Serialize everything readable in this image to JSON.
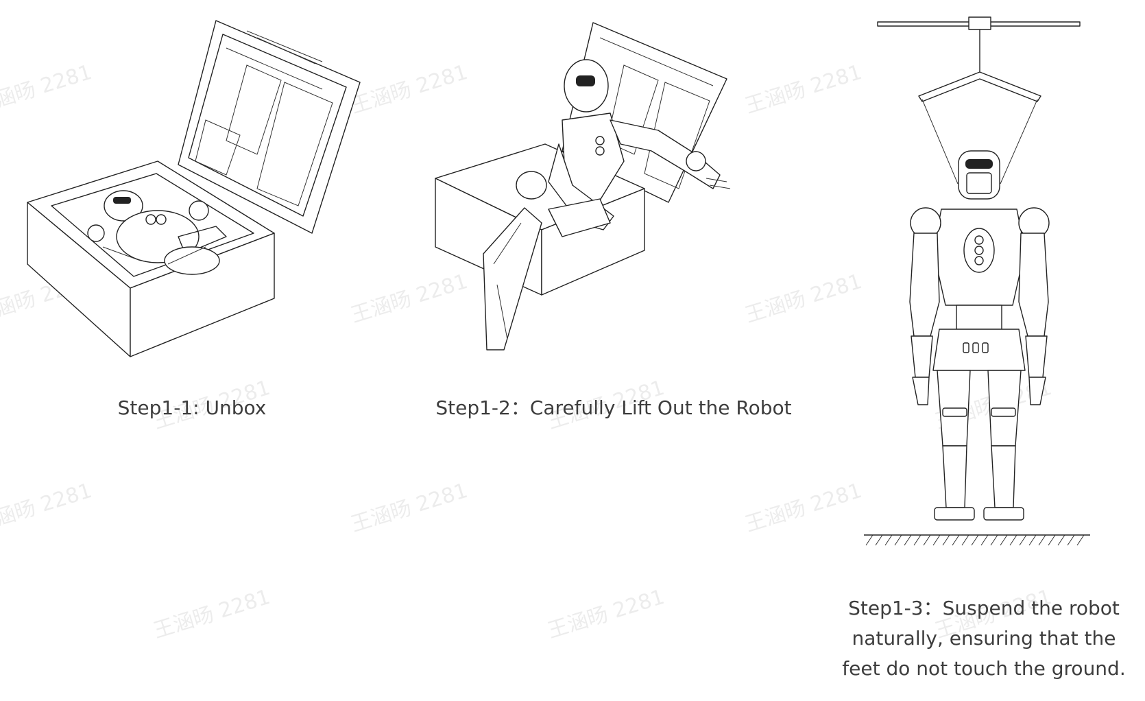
{
  "watermark": "王涵旸 2281",
  "steps": [
    {
      "caption": "Step1-1: Unbox"
    },
    {
      "caption": "Step1-2：Carefully Lift Out the Robot"
    },
    {
      "caption_lines": [
        "Step1-3：Suspend the robot",
        "naturally, ensuring that the",
        "feet do not touch the ground."
      ]
    }
  ],
  "colors": {
    "text": "#3d3d3d",
    "line": "#222222",
    "background": "#ffffff"
  }
}
